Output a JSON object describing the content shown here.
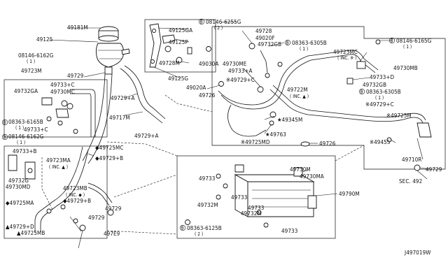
{
  "diagram_id": "J497019W",
  "sec_ref": "SEC. 492",
  "labels": {
    "p49181M": "49181M",
    "p49125": "49125",
    "p08146_6162G_a": "08146-6162G",
    "p08146_6162G_a_qty": "( 1 )",
    "p49723M": "49723M",
    "p49729_a": "49729",
    "p49732GA": "49732GA",
    "p49733C": "49733+C",
    "p49730MC": "49730MC",
    "p08363_6165B": "08363-6165B",
    "p08363_6165B_qty": "( 1 )",
    "p49733C_b": "49733+C",
    "p08146_6162G_b": "08146-6162G",
    "p08146_6162G_b_qty": "( 1 )",
    "p49733B": "49733+B",
    "p49723MA": "49723MA",
    "p49723MA_inc": "( INC. ▲ )",
    "p49732G": "49732G",
    "p49730MD": "49730MD",
    "p49725MA": "◆49725MA",
    "p49729D": "▲49729+D",
    "p49725MB": "▲49725MB",
    "p49723MB": "49723MB",
    "p49723MB_inc": "( INC. ◆ )",
    "p49729B": "◆49729+B",
    "p49725MC": "◆49725MC",
    "p49729B_b": "◆49729+B",
    "p49729_b": "49729",
    "p49729_c": "49729",
    "p497E9": "497E9",
    "p49717M": "49717M",
    "p49729A": "49729+A",
    "p49729A_b": "49729+A",
    "p49125GA": "49125GA",
    "p49125P": "49125P",
    "p49728M": "49728M",
    "p49125G": "49125G",
    "p08146_6255G": "08146-6255G",
    "p08146_6255G_qty": "( 2 )",
    "p49728": "49728",
    "p49020F": "49020F",
    "p49030A": "49030A",
    "p49732GB": "49732GB",
    "p49730ME": "49730ME",
    "p49733A": "49733+A",
    "p49020A": "49020A",
    "p49726_a": "49726",
    "p49729C": "※49729+C",
    "p08363_6305B": "08363-6305B",
    "p08363_6305B_qty": "( 1 )",
    "p49723MC": "49723MC",
    "p49723MC_inc": "( INC. ※ )",
    "p49722M": "49722M",
    "p49722M_inc": "( INC. ▲ )",
    "p08146_6165G": "08146-6165G",
    "p08146_6165G_qty": "( 1 )",
    "p49730MB": "49730MB",
    "p49733D": "49733+D",
    "p49732GB_b": "49732GB",
    "p08363_6305B_b": "08363-6305B",
    "p08363_6305B_b_qty": "( 1 )",
    "p49729C_b": "※49729+C",
    "p49725M": "※49725M",
    "p49345M": "★49345M",
    "p49763": "★49763",
    "p49725MD": "※49725MD",
    "p49726_b": "49726",
    "p49455": "※49455",
    "p49710R": "49710R",
    "p49729_d": "49729",
    "p49730M": "49730M",
    "p49730MA": "49730MA",
    "p49790M": "49790M",
    "p49733_a": "49733",
    "p49733_b": "49733",
    "p49732M": "49732M",
    "p49733_c": "49733",
    "p49732M_b": "49732M",
    "p49733_d": "49733",
    "p08363_6125B": "08363-6125B",
    "p08363_6125B_qty": "( 2 )"
  }
}
